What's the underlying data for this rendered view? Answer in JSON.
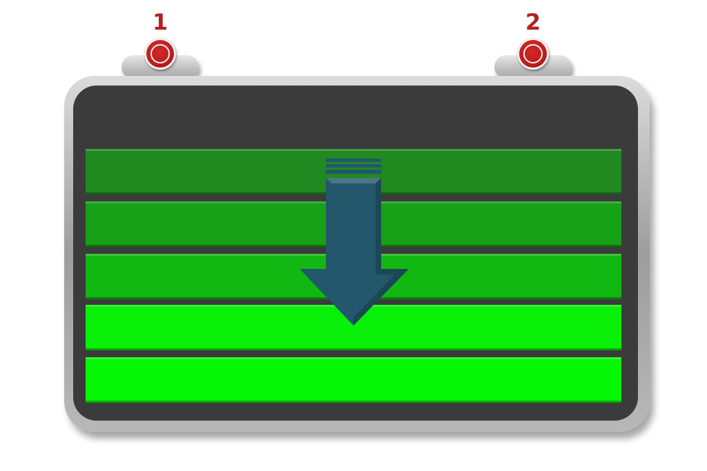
{
  "terminals": [
    {
      "label": "1"
    },
    {
      "label": "2"
    }
  ],
  "colors": {
    "terminal_label": "#b22222",
    "frame": "#a9a9a9",
    "inner_background": "#3b3b3b",
    "arrow": "#23576b",
    "bars": [
      "#208a20",
      "#16a116",
      "#12b812",
      "#08ef08",
      "#05f705"
    ]
  },
  "charge": {
    "filled_levels": 5,
    "total_levels": 5,
    "direction": "down"
  },
  "icons": {
    "arrow": "down-arrow-icon",
    "terminal": "battery-terminal-icon"
  }
}
